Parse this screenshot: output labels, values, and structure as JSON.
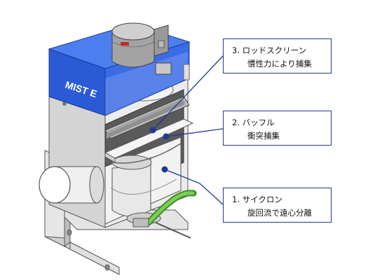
{
  "machine": {
    "brand_text": "MIST E"
  },
  "callouts": [
    {
      "number": "3.",
      "title": "ロッドスクリーン",
      "description": "慣性力により捕集"
    },
    {
      "number": "2.",
      "title": "バッフル",
      "description": "衝突捕集"
    },
    {
      "number": "1.",
      "title": "サイクロン",
      "description": "旋回流で遠心分離"
    }
  ],
  "colors": {
    "hood_blue": "#2a5ad6",
    "callout_border": "#1f3a93",
    "leader_line": "#1f3a93",
    "hose_green": "#4caf2e",
    "body_gray": "#d9d9d9"
  }
}
